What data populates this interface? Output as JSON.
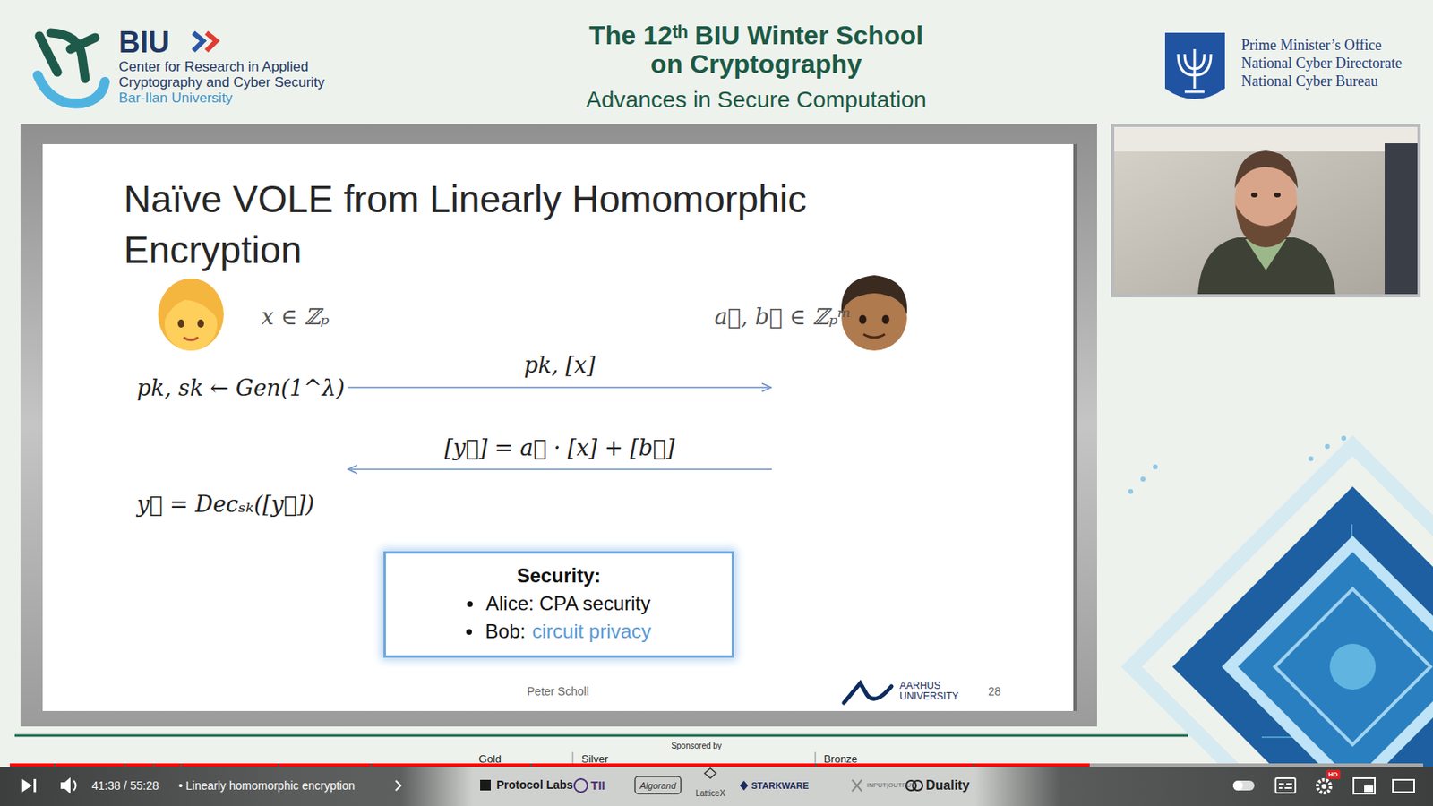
{
  "diagram": {
    "title": "Naïve VOLE from Linearly Homomorphic Encryption",
    "nodes": [
      {
        "text": [
          "Security:",
          "Alice: CPA security",
          "Bob:",
          "circuit privacy"
        ]
      }
    ],
    "labels": [
      "BIU",
      "Center for Research in Applied",
      "Cryptography and Cyber Security",
      "Bar-Ilan University",
      "The 12ᵗʰ BIU Winter School",
      "on Cryptography",
      "Advances in Secure Computation",
      "Prime Minister’s Office",
      "National Cyber Directorate",
      "National Cyber Bureau",
      "x ∈ ℤₚ",
      "a⃗, b⃗ ∈ ℤₚᵐ",
      "pk, sk ← Gen(1^λ)",
      "pk, [x]",
      "[y⃗] = a⃗ · [x] + [b⃗]",
      "y⃗ = Decₛₖ([y⃗])",
      "Peter Scholl",
      "AARHUS UNIVERSITY",
      "28",
      "Sponsored by",
      "Gold",
      "Silver",
      "Bronze",
      "41:38 / 55:28",
      "• Linearly homomorphic encryption",
      "Protocol Labs",
      "TII",
      "Algorand",
      "LatticeX",
      "STARKWARE",
      "INPUT|OUTPUT",
      "Duality",
      "HD"
    ]
  }
}
